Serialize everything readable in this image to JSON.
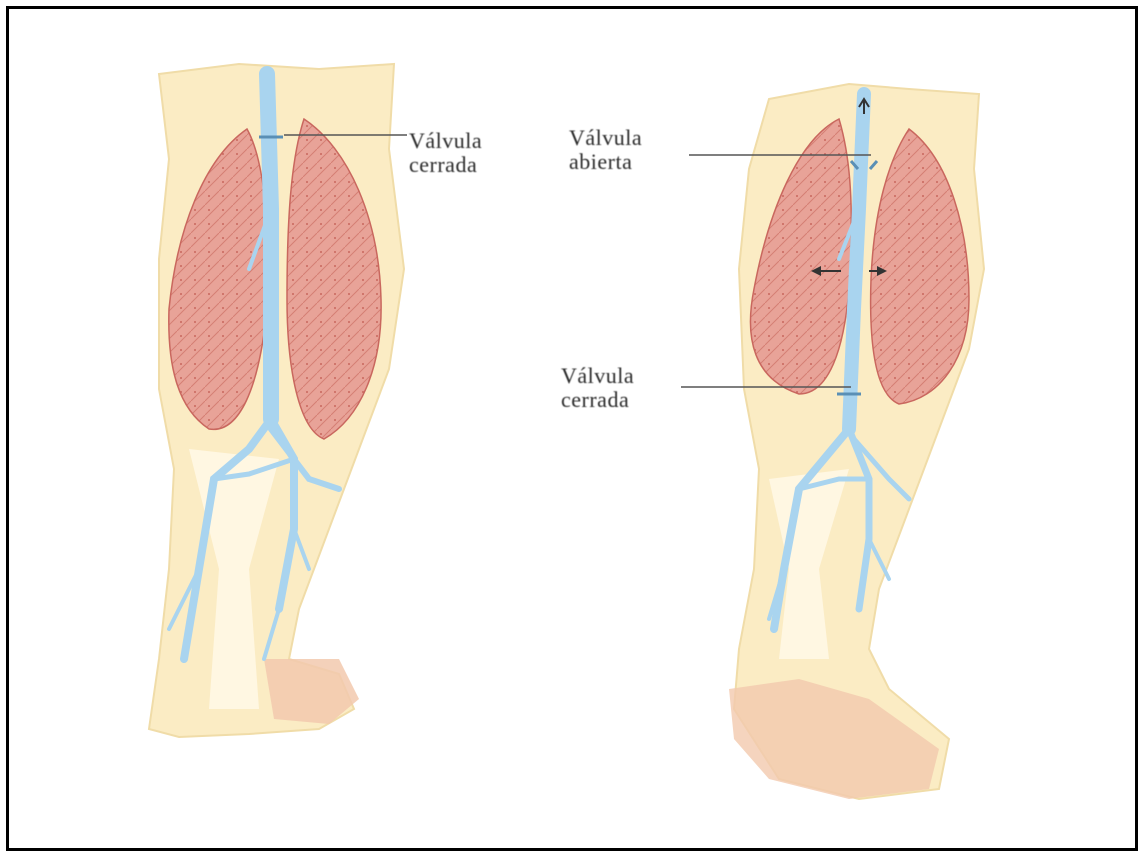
{
  "labels": {
    "left_top": {
      "line1": "Válvula",
      "line2": "cerrada"
    },
    "right_top": {
      "line1": "Válvula",
      "line2": "abierta"
    },
    "right_middle": {
      "line1": "Válvula",
      "line2": "cerrada"
    }
  },
  "colors": {
    "muscle": "#e8a398",
    "muscle_line": "#c9675e",
    "vein": "#a9d4ef",
    "skin": "#fbecc4",
    "foot": "#f2c9ae",
    "frame": "#000000"
  },
  "icons": [
    "arrow-left-icon",
    "arrow-right-icon",
    "arrow-up-icon"
  ]
}
